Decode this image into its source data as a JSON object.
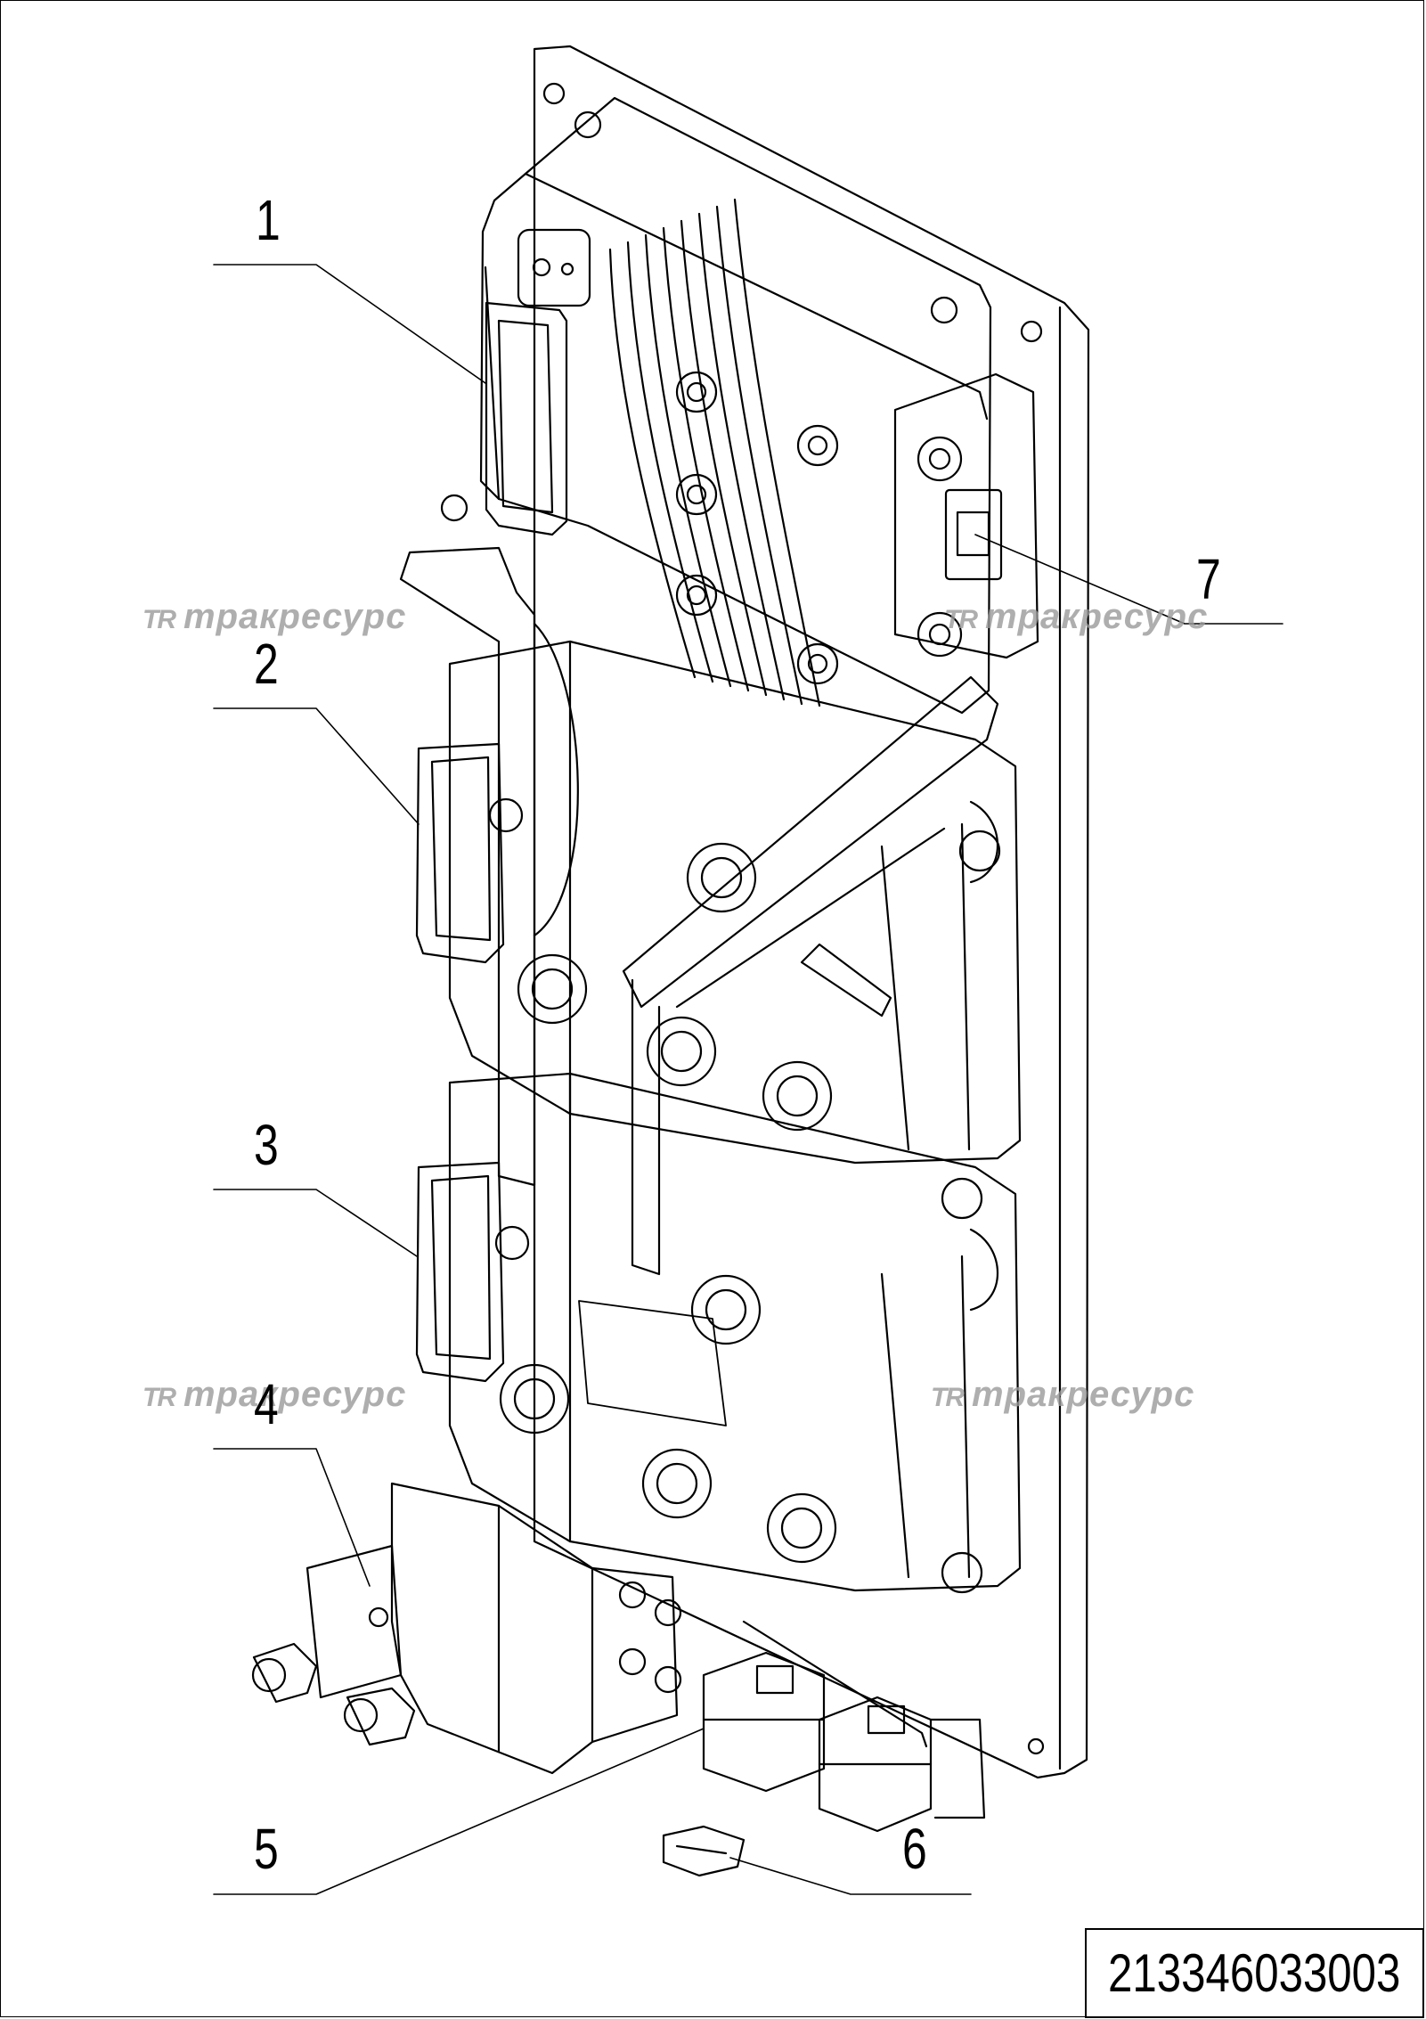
{
  "callouts": [
    {
      "label": "1"
    },
    {
      "label": "2"
    },
    {
      "label": "3"
    },
    {
      "label": "4"
    },
    {
      "label": "5"
    },
    {
      "label": "6"
    },
    {
      "label": "7"
    }
  ],
  "watermark": {
    "logo": "TR",
    "text": "тракресурс"
  },
  "document_number": "213346033003"
}
